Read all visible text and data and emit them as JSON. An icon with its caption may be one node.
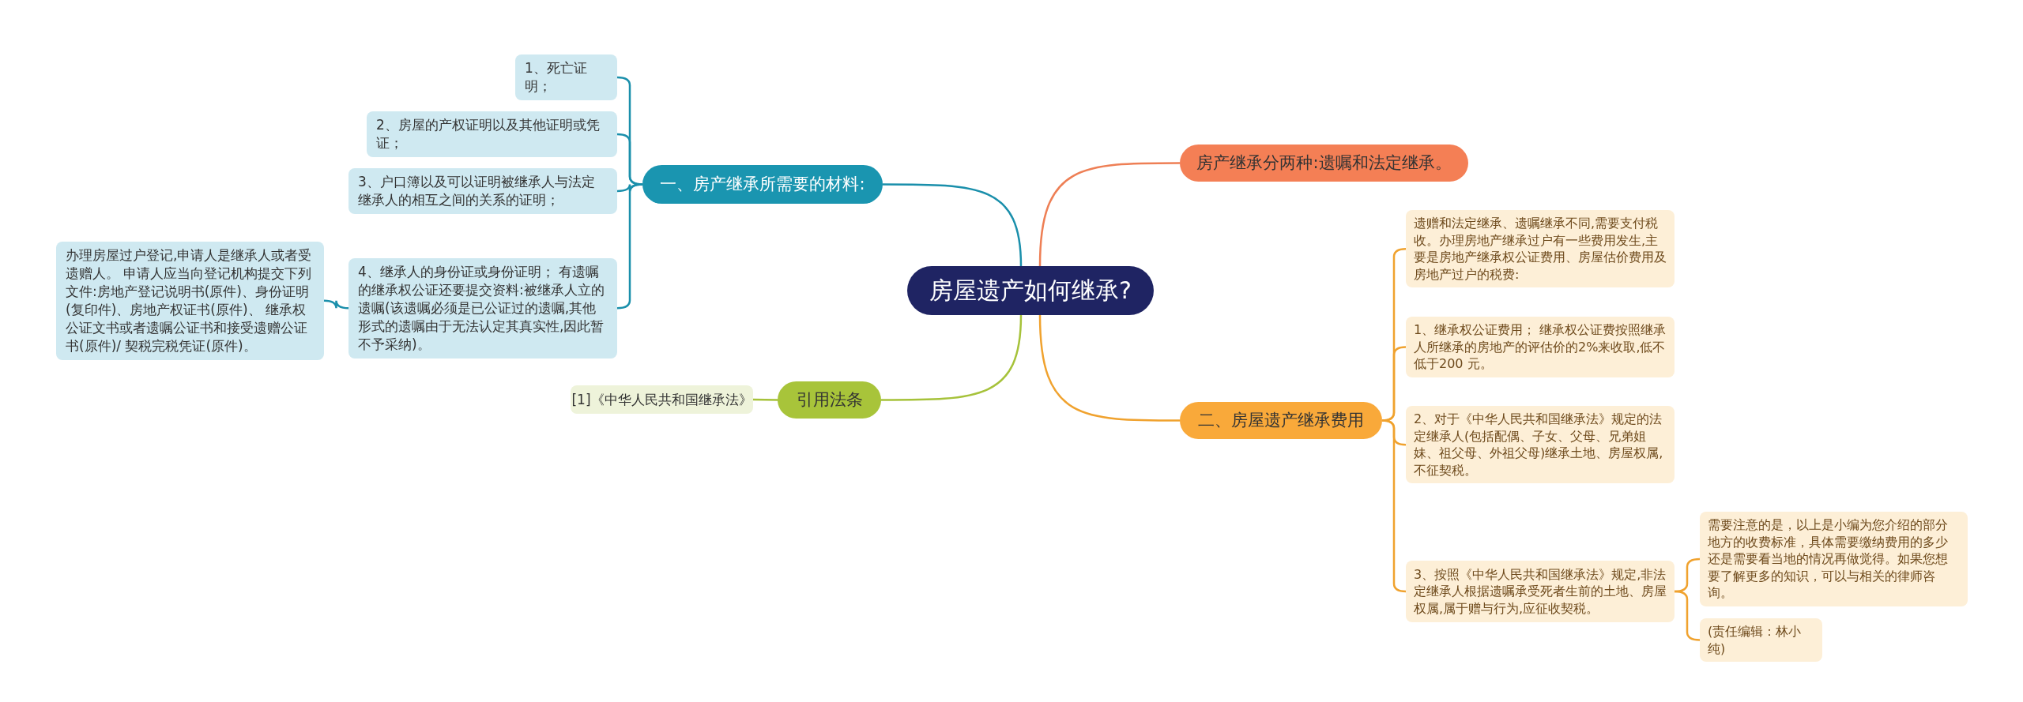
{
  "diagram": {
    "nodes": [
      {
        "text": [
          "房屋遗产如何继承?"
        ]
      },
      {
        "text": [
          "一、房产继承所需要的材料:"
        ]
      },
      {
        "text": [
          "1、死亡证明；"
        ]
      },
      {
        "text": [
          "2、房屋的产权证明以及其他证明或凭证；"
        ]
      },
      {
        "text": [
          "3、户口簿以及可以证明被继承人与法定继承人的相互之间的关系的证明；"
        ]
      },
      {
        "text": [
          "4、继承人的身份证或身份证明； 有遗嘱的继承权公证还要提交资料:被继承人立的遗嘱(该遗嘱必须是已公证过的遗嘱,其他形式的遗嘱由于无法认定其真实性,因此暂不予采纳)。"
        ]
      },
      {
        "text": [
          "办理房屋过户登记,申请人是继承人或者受遗赠人。 申请人应当向登记机构提交下列文件:房地产登记说明书(原件)、身份证明(复印件)、房地产权证书(原件)、 继承权公证文书或者遗嘱公证书和接受遗赠公证书(原件)/ 契税完税凭证(原件)。"
        ]
      },
      {
        "text": [
          "引用法条"
        ]
      },
      {
        "text": [
          "[1]《中华人民共和国继承法》"
        ]
      },
      {
        "text": [
          "房产继承分两种:遗嘱和法定继承。"
        ]
      },
      {
        "text": [
          "二、房屋遗产继承费用"
        ]
      },
      {
        "text": [
          "遗赠和法定继承、遗嘱继承不同,需要支付税收。办理房地产继承过户有一些费用发生,主要是房地产继承权公证费用、房屋估价费用及房地产过户的税费:"
        ]
      },
      {
        "text": [
          "1、继承权公证费用； 继承权公证费按照继承人所继承的房地产的评估价的2%来收取,低不低于200 元。"
        ]
      },
      {
        "text": [
          "2、对于《中华人民共和国继承法》规定的法定继承人(包括配偶、子女、父母、兄弟姐妹、祖父母、外祖父母)继承土地、房屋权属,不征契税。"
        ]
      },
      {
        "text": [
          "3、按照《中华人民共和国继承法》规定,非法定继承人根据遗嘱承受死者生前的土地、房屋权属,属于赠与行为,应征收契税。"
        ]
      },
      {
        "text": [
          "需要注意的是，以上是小编为您介绍的部分地方的收费标准，具体需要缴纳费用的多少还是需要看当地的情况再做觉得。如果您想要了解更多的知识，可以与相关的律师咨询。"
        ]
      },
      {
        "text": [
          "(责任编辑：林小纯)"
        ]
      }
    ],
    "edges": [
      {
        "from": 0,
        "to": 1,
        "arrow": "none",
        "color": "#1a8fab"
      },
      {
        "from": 1,
        "to": 2,
        "arrow": "none",
        "color": "#1a8fab"
      },
      {
        "from": 1,
        "to": 3,
        "arrow": "none",
        "color": "#1a8fab"
      },
      {
        "from": 1,
        "to": 4,
        "arrow": "none",
        "color": "#1a8fab"
      },
      {
        "from": 1,
        "to": 5,
        "arrow": "none",
        "color": "#1a8fab"
      },
      {
        "from": 5,
        "to": 6,
        "arrow": "none",
        "color": "#1a8fab"
      },
      {
        "from": 0,
        "to": 7,
        "arrow": "none",
        "color": "#a6c23a"
      },
      {
        "from": 7,
        "to": 8,
        "arrow": "none",
        "color": "#a6c23a"
      },
      {
        "from": 0,
        "to": 9,
        "arrow": "none",
        "color": "#ee7f55"
      },
      {
        "from": 0,
        "to": 10,
        "arrow": "none"
      },
      {
        "from": 10,
        "to": 11,
        "arrow": "none"
      },
      {
        "from": 10,
        "to": 12,
        "arrow": "none"
      },
      {
        "from": 10,
        "to": 13,
        "arrow": "none"
      },
      {
        "from": 10,
        "to": 14,
        "arrow": "none"
      },
      {
        "from": 14,
        "to": 15,
        "arrow": "none"
      },
      {
        "from": 14,
        "to": 16,
        "arrow": "none"
      }
    ]
  }
}
